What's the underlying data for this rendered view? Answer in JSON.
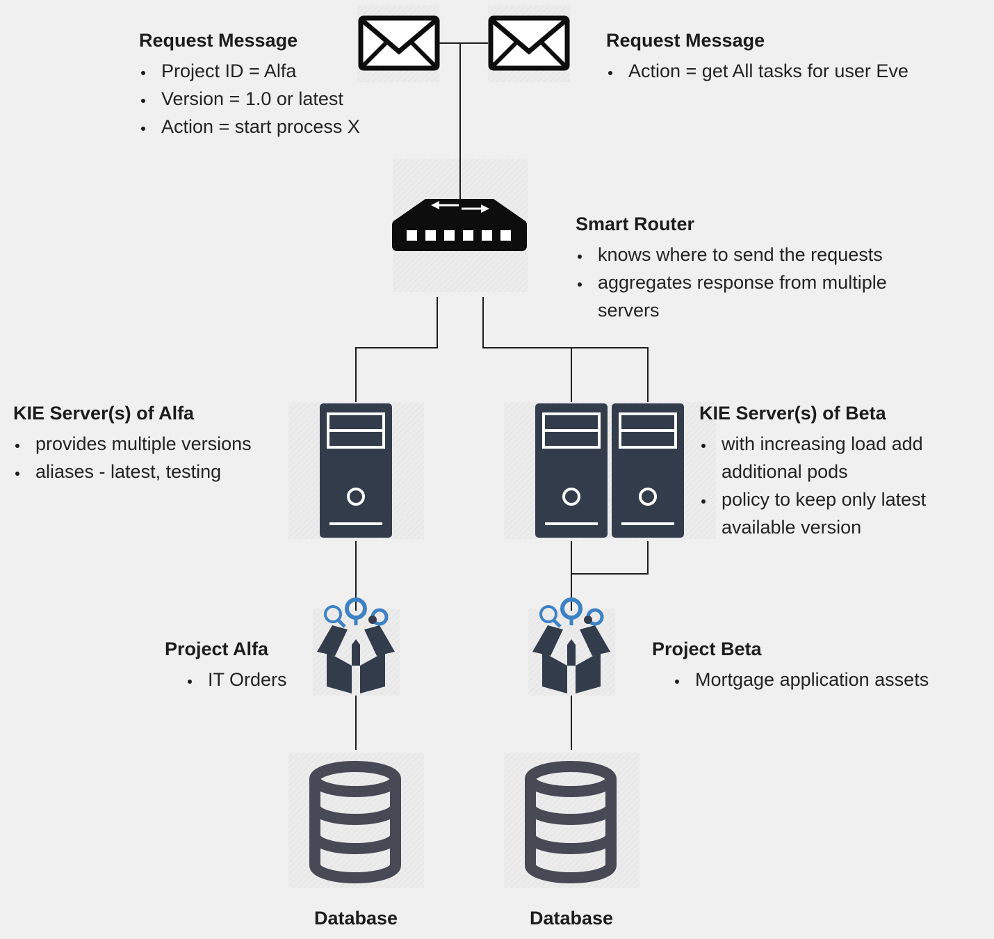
{
  "request_left": {
    "title": "Request Message",
    "items": [
      "Project ID = Alfa",
      "Version = 1.0 or latest",
      "Action = start process X"
    ]
  },
  "request_right": {
    "title": "Request Message",
    "items": [
      "Action = get All tasks for user Eve"
    ]
  },
  "router": {
    "title": "Smart Router",
    "items": [
      "knows where to send the requests",
      "aggregates response from multiple servers"
    ]
  },
  "kie_alfa": {
    "title": "KIE Server(s) of Alfa",
    "items": [
      "provides multiple versions",
      "aliases - latest, testing"
    ]
  },
  "kie_beta": {
    "title": "KIE Server(s) of Beta",
    "items": [
      "with increasing load add additional pods",
      "policy to keep only latest available version"
    ]
  },
  "project_alfa": {
    "title": "Project Alfa",
    "items": [
      "IT Orders"
    ]
  },
  "project_beta": {
    "title": "Project Beta",
    "items": [
      "Mortgage application assets"
    ]
  },
  "database_left": {
    "label": "Database"
  },
  "database_right": {
    "label": "Database"
  },
  "icons": {
    "envelope": "envelope-icon",
    "router": "router-icon",
    "server": "server-icon",
    "project": "project-box-icon",
    "database": "database-icon"
  },
  "colors": {
    "background": "#f0f0f0",
    "server": "#323c4b",
    "database": "#474a55",
    "accent": "#3d82c4",
    "line": "#1e1e1e"
  }
}
